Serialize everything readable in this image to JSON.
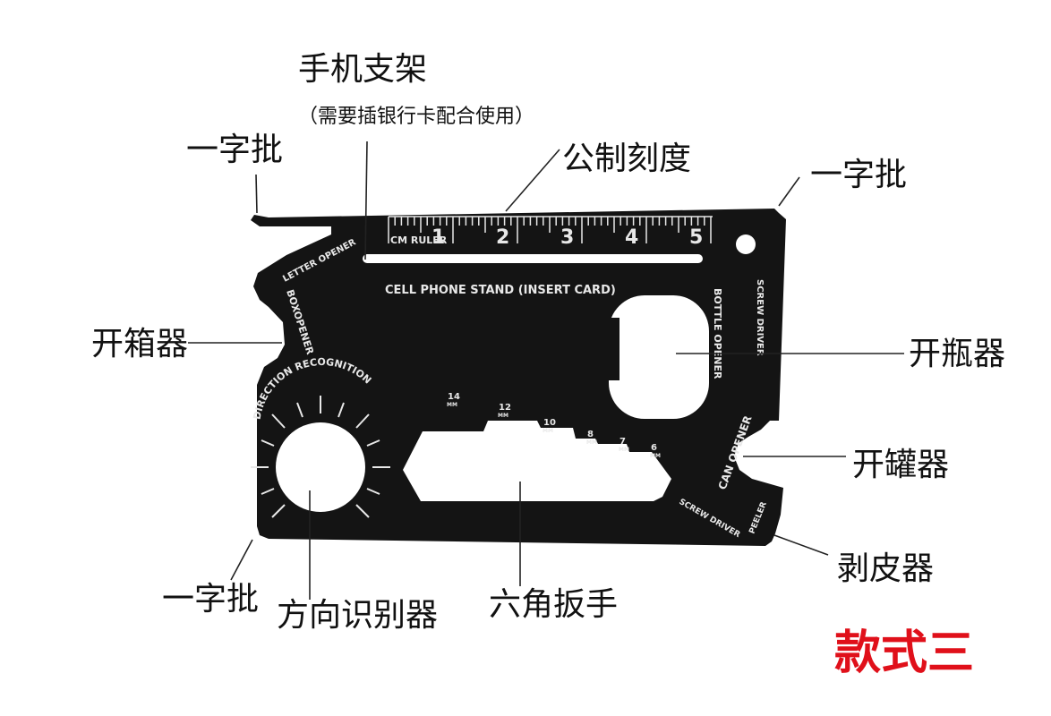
{
  "callouts": {
    "phone_stand": "手机支架",
    "phone_stand_note": "（需要插银行卡配合使用）",
    "flathead_top_left": "一字批",
    "metric_scale": "公制刻度",
    "flathead_top_right": "一字批",
    "box_opener": "开箱器",
    "bottle_opener": "开瓶器",
    "can_opener": "开罐器",
    "peeler": "剥皮器",
    "flathead_bottom_left": "一字批",
    "direction_recognition": "方向识别器",
    "hex_wrench": "六角扳手"
  },
  "style_label": "款式三",
  "card": {
    "ruler_label": "CM RULER",
    "ruler_numbers": [
      "1",
      "2",
      "3",
      "4",
      "5"
    ],
    "letter_opener": "LETTER OPENER",
    "box_opener": "BOXOPENER",
    "cell_phone_stand": "CELL PHONE STAND (INSERT CARD)",
    "screw_driver_right": "SCREW DRIVER",
    "bottle_opener": "BOTTLE OPENER",
    "can_opener": "CAN OPENER",
    "screw_driver_bottom": "SCREW DRIVER",
    "peeler": "PEELER",
    "direction_recognition": "DIRECTION RECOGNITION",
    "wrench_sizes": [
      {
        "size": "14",
        "unit": "MM"
      },
      {
        "size": "12",
        "unit": "MM"
      },
      {
        "size": "10",
        "unit": "MM"
      },
      {
        "size": "8",
        "unit": "MM"
      },
      {
        "size": "7",
        "unit": "MM"
      },
      {
        "size": "6",
        "unit": "MM"
      }
    ]
  },
  "colors": {
    "card": "#141414",
    "card_text": "#e8e8e8",
    "leader_line": "#222222",
    "style_label": "#e0101a"
  }
}
